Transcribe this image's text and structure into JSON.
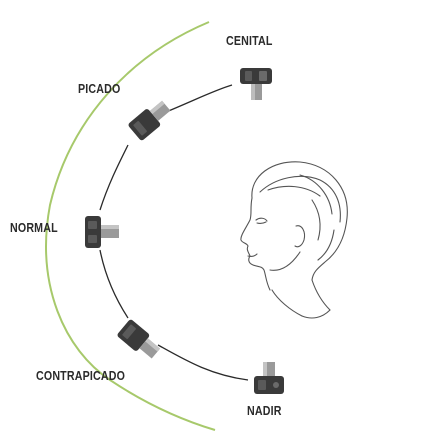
{
  "labels": {
    "cenital": "CENITAL",
    "picado": "PICADO",
    "normal": "NORMAL",
    "contrapicado": "CONTRAPICADO",
    "nadir": "NADIR"
  },
  "colors": {
    "outer_arc": "#a7c96b",
    "inner_arc": "#2a2a2a",
    "camera_body": "#3a3a3a",
    "camera_lens": "#9a9a9a",
    "label_text": "#2b2b2b"
  },
  "icons": {
    "camera": "camera-icon",
    "head": "female-head-profile-icon"
  }
}
